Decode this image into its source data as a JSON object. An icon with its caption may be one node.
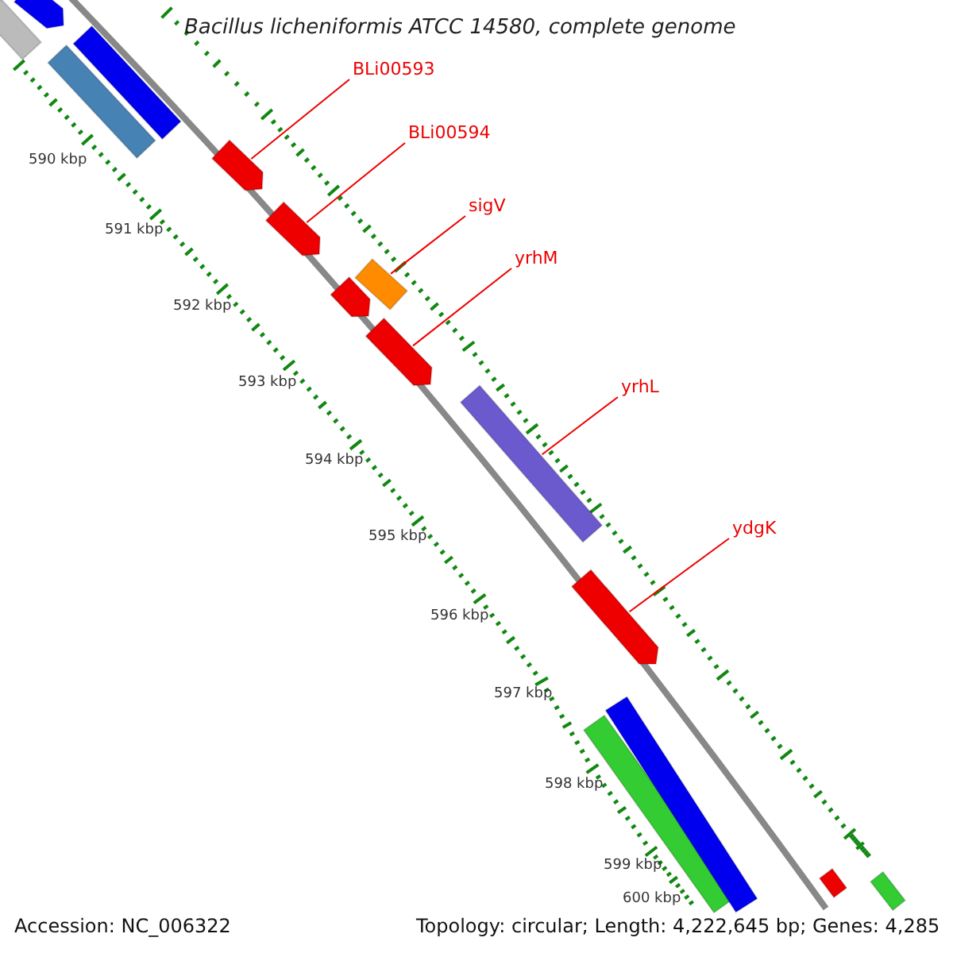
{
  "diagram": {
    "title": "Bacillus licheniformis ATCC 14580, complete genome",
    "nodes": [
      {
        "text": [
          "BLi00593"
        ]
      },
      {
        "text": [
          "BLi00594"
        ]
      },
      {
        "text": [
          "sigV"
        ]
      },
      {
        "text": [
          "yrhM"
        ]
      },
      {
        "text": [
          "yrhL"
        ]
      },
      {
        "text": [
          "ydgK"
        ]
      },
      {
        "text": [],
        "shape": "bar"
      },
      {
        "text": [],
        "shape": "bar"
      },
      {
        "text": [],
        "shape": "bar"
      },
      {
        "text": [],
        "shape": "bar"
      },
      {
        "text": [],
        "shape": "bar"
      },
      {
        "text": [],
        "shape": "bar"
      },
      {
        "text": [],
        "shape": "bar"
      },
      {
        "text": [],
        "shape": "bar"
      },
      {
        "text": [],
        "shape": "bar"
      },
      {
        "text": [],
        "shape": "bar"
      },
      {
        "text": [],
        "shape": "bar"
      },
      {
        "text": [],
        "shape": "bar"
      },
      {
        "text": [],
        "shape": "bar"
      },
      {
        "text": [],
        "shape": "bar"
      },
      {
        "text": [],
        "shape": "bar"
      }
    ],
    "edges": [
      {
        "from": 0,
        "to": 6,
        "arrow": "none"
      },
      {
        "from": 1,
        "to": 7,
        "arrow": "none"
      },
      {
        "from": 2,
        "to": 8,
        "arrow": "none"
      },
      {
        "from": 3,
        "to": 9,
        "arrow": "none"
      },
      {
        "from": 4,
        "to": 10,
        "arrow": "none"
      },
      {
        "from": 5,
        "to": 11,
        "arrow": "none"
      }
    ],
    "labels": [
      "590 kbp",
      "591 kbp",
      "592 kbp",
      "593 kbp",
      "594 kbp",
      "595 kbp",
      "596 kbp",
      "597 kbp",
      "598 kbp",
      "599 kbp",
      "600 kbp",
      "Accession: NC_006322",
      "Topology: circular; Length: 4,222,645 bp; Genes: 4,285"
    ]
  }
}
